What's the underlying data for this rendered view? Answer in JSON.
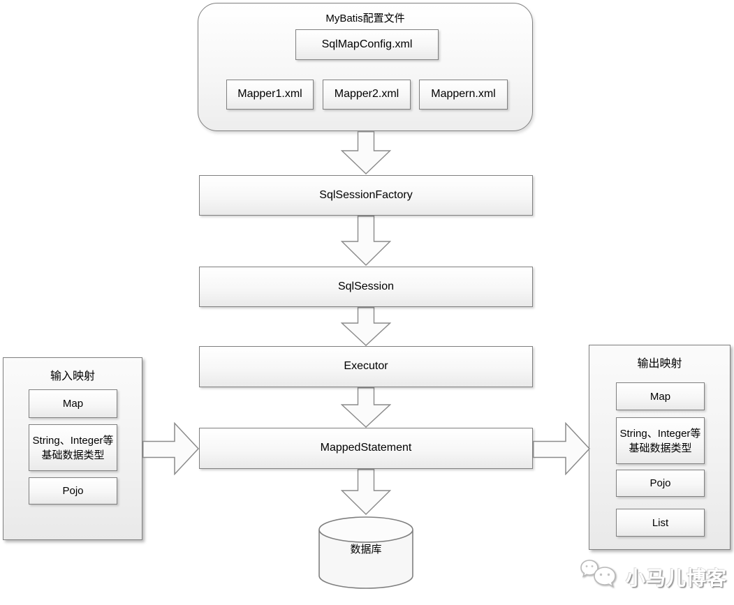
{
  "diagram": {
    "config_container": {
      "title": "MyBatis配置文件",
      "main_file": "SqlMapConfig.xml",
      "mappers": [
        "Mapper1.xml",
        "Mapper2.xml",
        "Mappern.xml"
      ]
    },
    "flow_nodes": [
      "SqlSessionFactory",
      "SqlSession",
      "Executor",
      "MappedStatement"
    ],
    "database_label": "数据库",
    "input_panel": {
      "title": "输入映射",
      "items": [
        "Map",
        "String、Integer等基础数据类型",
        "Pojo"
      ]
    },
    "output_panel": {
      "title": "输出映射",
      "items": [
        "Map",
        "String、Integer等基础数据类型",
        "Pojo",
        "List"
      ]
    },
    "watermark": "小马儿博客",
    "colors": {
      "border": "#7f7f7f",
      "box_fill_top": "#ffffff",
      "box_fill_bottom": "#eaeaea",
      "text": "#000000",
      "background": "#ffffff"
    }
  }
}
